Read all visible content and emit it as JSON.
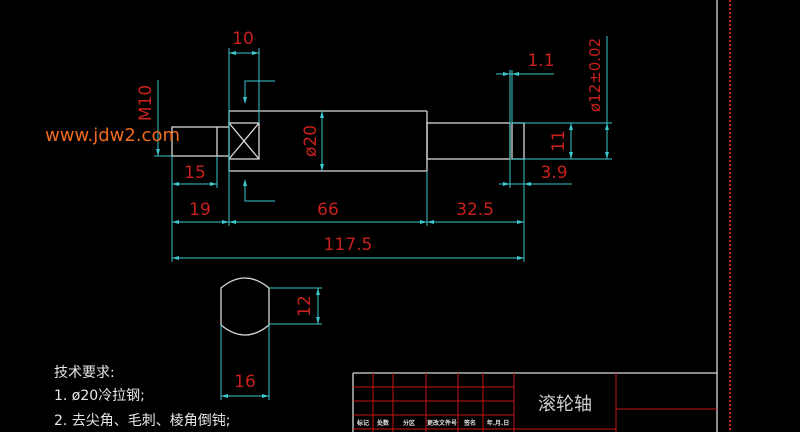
{
  "watermark": "www.jdw2.com",
  "dimensions": {
    "d10": "10",
    "m10": "M10",
    "d15": "15",
    "d19": "19",
    "d66": "66",
    "d32_5": "32.5",
    "d117_5": "117.5",
    "phi20": "ø20",
    "d1_1": "1.1",
    "d3_9": "3.9",
    "d11": "11",
    "phi12": "ø12±0.02",
    "d12": "12",
    "d16": "16"
  },
  "tech_requirements": {
    "heading": "技术要求:",
    "items": [
      "1. ø20冷拉钢;",
      "2. 去尖角、毛刺、棱角倒钝;"
    ]
  },
  "title_block": {
    "part_name": "滚轮轴",
    "labels": [
      "标记",
      "处数",
      "分区",
      "更改文件号",
      "签名",
      "年.月.日"
    ]
  },
  "colors": {
    "outline": "#d8d8d8",
    "dimension_line": "#3cc8cc",
    "dimension_text": "#c8201c",
    "title_grid": "#c01818",
    "watermark": "#f06a1c"
  }
}
